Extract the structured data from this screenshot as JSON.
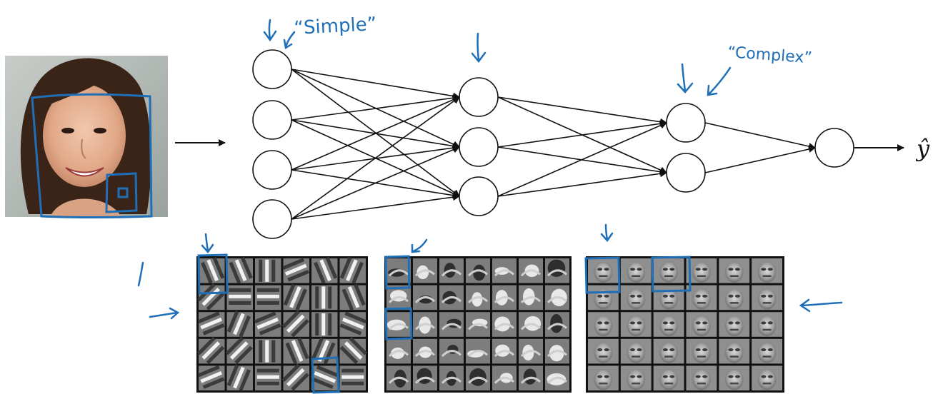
{
  "annotations": {
    "simple": "“Simple”",
    "complex": "“Complex”"
  },
  "output": {
    "label": "ŷ"
  },
  "colors": {
    "ink": "#111111",
    "annotation": "#1f6fb8",
    "node_fill": "#ffffff",
    "grid_border": "#111111"
  },
  "network": {
    "layer_sizes": [
      4,
      3,
      2,
      1
    ]
  },
  "input_image": {
    "description_icon": "face-photo"
  },
  "feature_panels": [
    {
      "name": "edge-features",
      "rows": 5,
      "cols": 6
    },
    {
      "name": "part-features",
      "rows": 5,
      "cols": 7
    },
    {
      "name": "face-features",
      "rows": 5,
      "cols": 6
    }
  ]
}
